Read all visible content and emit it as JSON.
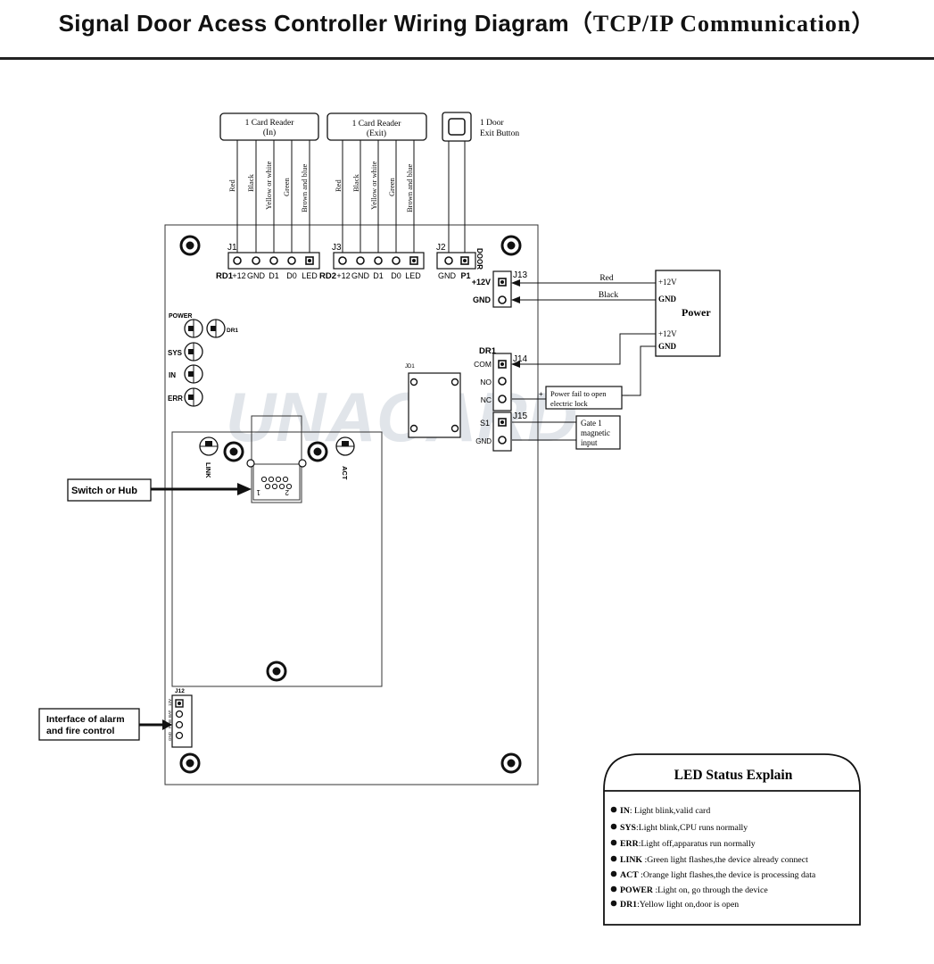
{
  "title": {
    "main": "Signal Door Acess Controller Wiring Diagram",
    "sub": "（TCP/IP  Communication）"
  },
  "watermark": "UNACARD",
  "readers": [
    {
      "label_line1": "1 Card Reader",
      "label_line2": "(In)",
      "header": "J1",
      "group": "RD1",
      "wires": [
        "Red",
        "Black",
        "Yellow or white",
        "Green",
        "Brown and blue"
      ],
      "pins": [
        "+12",
        "GND",
        "D1",
        "D0",
        "LED"
      ]
    },
    {
      "label_line1": "1 Card Reader",
      "label_line2": "(Exit)",
      "header": "J3",
      "group": "RD2",
      "wires": [
        "Red",
        "Black",
        "Yellow or white",
        "Green",
        "Brown and blue"
      ],
      "pins": [
        "+12",
        "GND",
        "D1",
        "D0",
        "LED"
      ]
    }
  ],
  "exit_button": {
    "line1": "1 Door",
    "line2": "Exit Button",
    "header": "J2",
    "pins": [
      "GND",
      "P1"
    ],
    "side_label": "DOOR"
  },
  "power_terminal": {
    "header": "J13",
    "pins": [
      "+12V",
      "GND"
    ],
    "wire_top": "Red",
    "wire_bottom": "Black"
  },
  "power_supply": {
    "label": "Power",
    "pins": [
      "+12V",
      "GND",
      "+12V",
      "GND"
    ]
  },
  "relay": {
    "header_left": "DR1",
    "header": "J14",
    "pins": [
      "COM",
      "NO",
      "NC"
    ],
    "chip": "JD1",
    "lock_line1": "Power fail to open",
    "lock_line2": "electric lock",
    "plus": "+",
    "minus": "−"
  },
  "sensor": {
    "header": "J15",
    "pins": [
      "S1",
      "GND"
    ],
    "line1": "Gate 1",
    "line2": "magnetic",
    "line3": "input"
  },
  "leds": {
    "power": "POWER",
    "dr1": "DR1",
    "sys": "SYS",
    "in": "IN",
    "err": "ERR",
    "link": "LINK",
    "act": "ACT"
  },
  "network": {
    "label": "Switch or Hub",
    "pin1": "1",
    "pin2": "2"
  },
  "alarm": {
    "line1": "Interface of alarm",
    "line2": "and fire control",
    "header": "J12",
    "pins": [
      "GND",
      "FIRE",
      "BAT",
      "12V"
    ]
  },
  "led_status": {
    "title": "LED Status Explain",
    "items": [
      {
        "key": "IN",
        "text": ": Light blink,valid card"
      },
      {
        "key": "SYS",
        "text": ":Light blink,CPU runs normally"
      },
      {
        "key": "ERR",
        "text": ":Light off,apparatus run normally"
      },
      {
        "key": "LINK",
        "text": " :Green light flashes,the device already connect"
      },
      {
        "key": "ACT",
        "text": " :Orange light flashes,the device is processing data"
      },
      {
        "key": "POWER",
        "text": " :Light on, go through the device"
      },
      {
        "key": "DR1",
        "text": ":Yellow light on,door is open"
      }
    ]
  }
}
